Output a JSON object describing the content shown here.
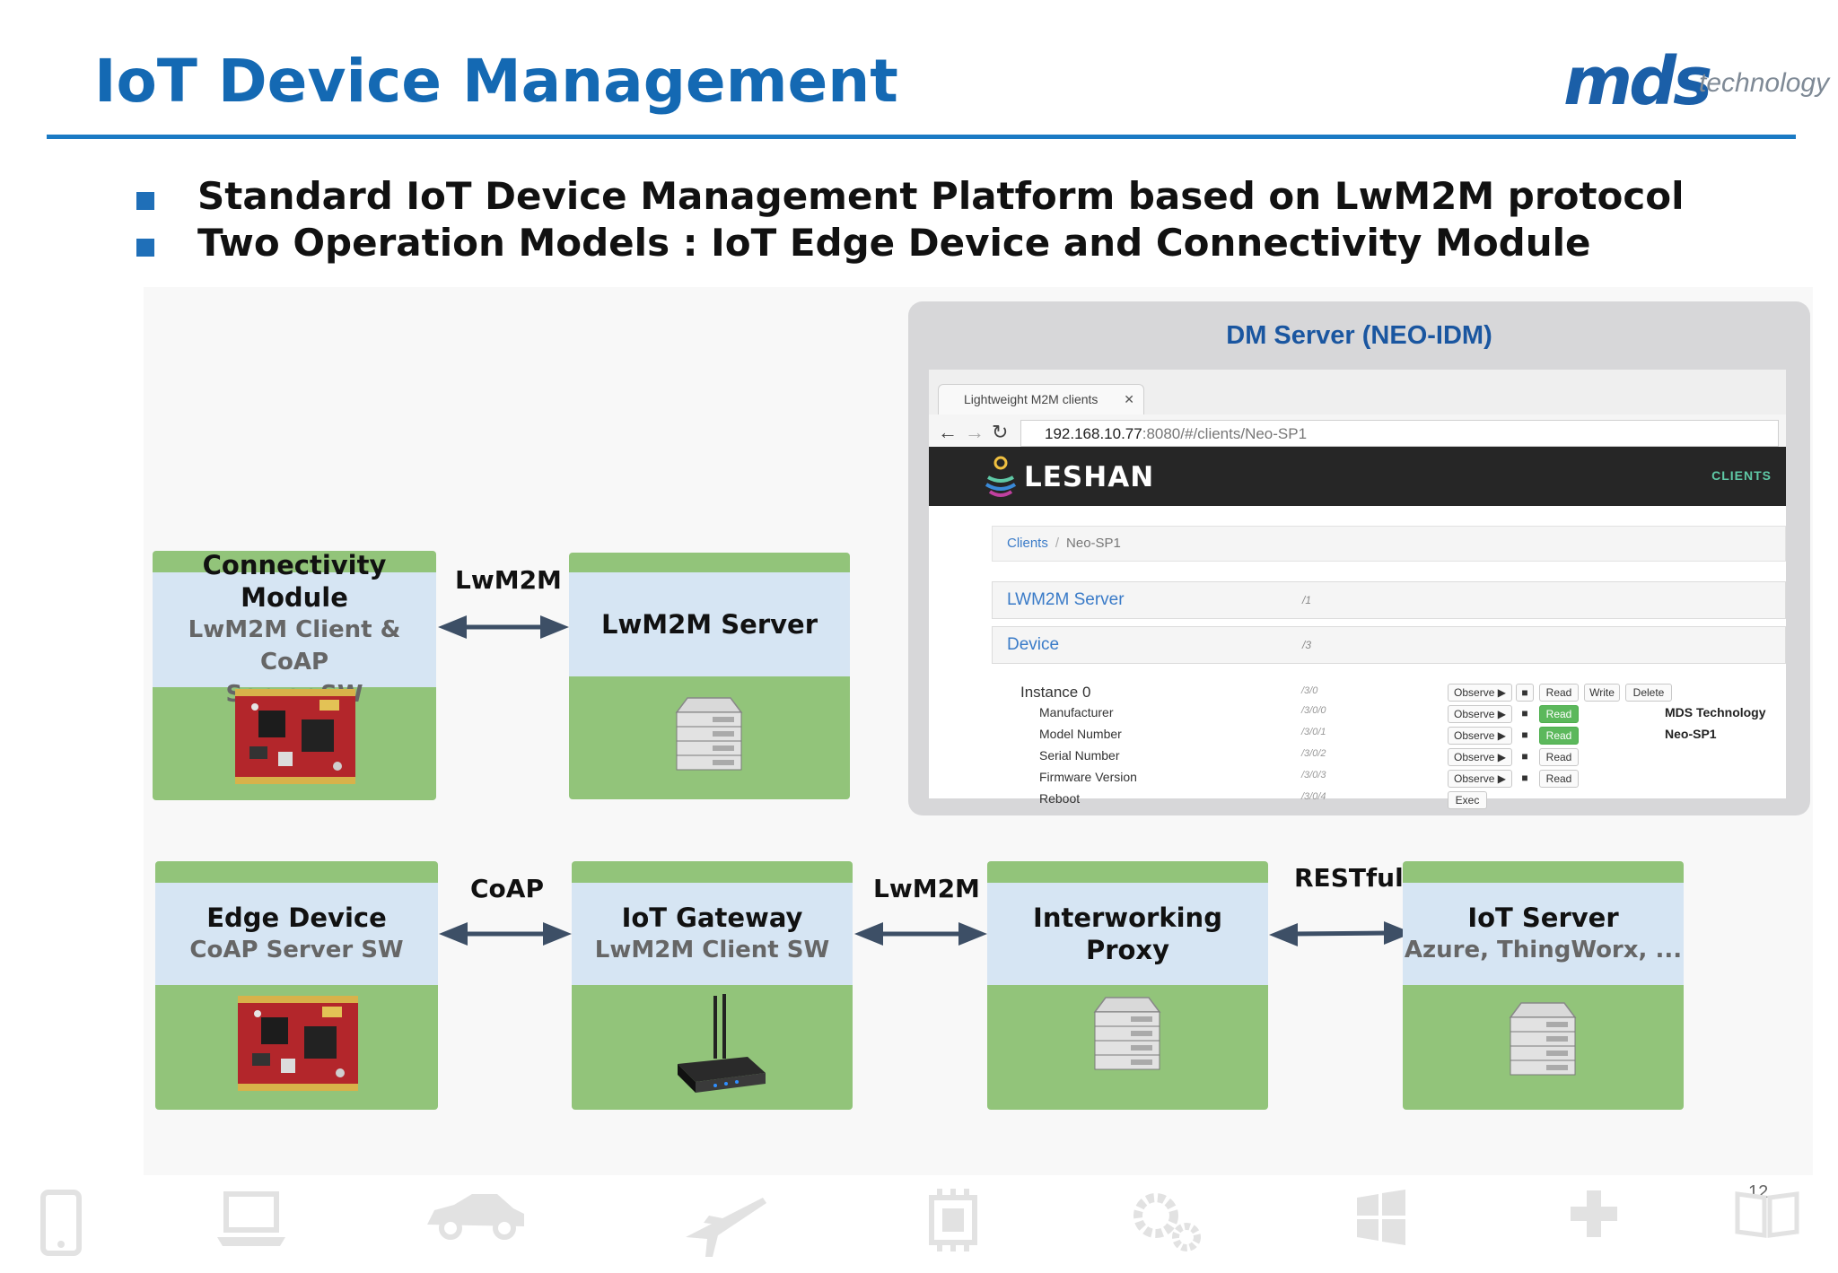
{
  "header": {
    "title": "IoT Device Management",
    "logo_main": "mds",
    "logo_sub": "technology"
  },
  "bullets": [
    "Standard IoT Device Management Platform based on LwM2M protocol",
    "Two Operation Models : IoT Edge Device and Connectivity Module"
  ],
  "diagram": {
    "top_row": {
      "connectivity_module": {
        "title": "Connectivity Module",
        "subtitle_line1": "LwM2M Client & CoAP",
        "subtitle_line2": "Server SW",
        "icon": "circuit-board"
      },
      "link_label": "LwM2M",
      "lwm2m_server": {
        "title": "LwM2M Server",
        "icon": "server-rack"
      }
    },
    "bottom_row": {
      "edge_device": {
        "title": "Edge Device",
        "subtitle": "CoAP Server SW",
        "icon": "circuit-board"
      },
      "link1_label": "CoAP",
      "iot_gateway": {
        "title": "IoT Gateway",
        "subtitle": "LwM2M Client SW",
        "icon": "router"
      },
      "link2_label": "LwM2M",
      "interworking_proxy": {
        "title": "Interworking Proxy",
        "icon": "server-rack"
      },
      "link3_label": "RESTful",
      "iot_server": {
        "title": "IoT Server",
        "subtitle": "Azure, ThingWorx, ...",
        "icon": "server-rack"
      }
    },
    "colors": {
      "box_green": "#92c47a",
      "box_header": "#d6e5f3",
      "arrow": "#3d4f66"
    }
  },
  "dm_server": {
    "title": "DM Server (NEO-IDM)",
    "browser": {
      "tab_label": "Lightweight M2M clients",
      "url_host": "192.168.10.77",
      "url_rest": ":8080/#/clients/Neo-SP1",
      "brand": "LESHAN",
      "nav_link": "CLIENTS",
      "breadcrumb": {
        "root": "Clients",
        "current": "Neo-SP1"
      },
      "objects": [
        {
          "name": "LWM2M Server",
          "path": "/1"
        },
        {
          "name": "Device",
          "path": "/3"
        }
      ],
      "instance": {
        "name": "Instance 0",
        "path": "/3/0"
      },
      "resources": [
        {
          "name": "Manufacturer",
          "path": "/3/0/0",
          "value": "MDS Technology",
          "read_green": true
        },
        {
          "name": "Model Number",
          "path": "/3/0/1",
          "value": "Neo-SP1",
          "read_green": true
        },
        {
          "name": "Serial Number",
          "path": "/3/0/2",
          "value": "",
          "read_green": false
        },
        {
          "name": "Firmware Version",
          "path": "/3/0/3",
          "value": "",
          "read_green": false
        },
        {
          "name": "Reboot",
          "path": "/3/0/4",
          "value": "",
          "read_green": false
        }
      ],
      "buttons": {
        "observe": "Observe ▶",
        "stop": "■",
        "read": "Read",
        "write": "Write",
        "delete": "Delete",
        "exec": "Exec"
      }
    }
  },
  "footer": {
    "page_number": "12",
    "icons": [
      "phone-icon",
      "laptop-icon",
      "car-icon",
      "airplane-icon",
      "chip-icon",
      "gears-icon",
      "windows-icon",
      "medical-cross-icon",
      "book-icon"
    ]
  }
}
